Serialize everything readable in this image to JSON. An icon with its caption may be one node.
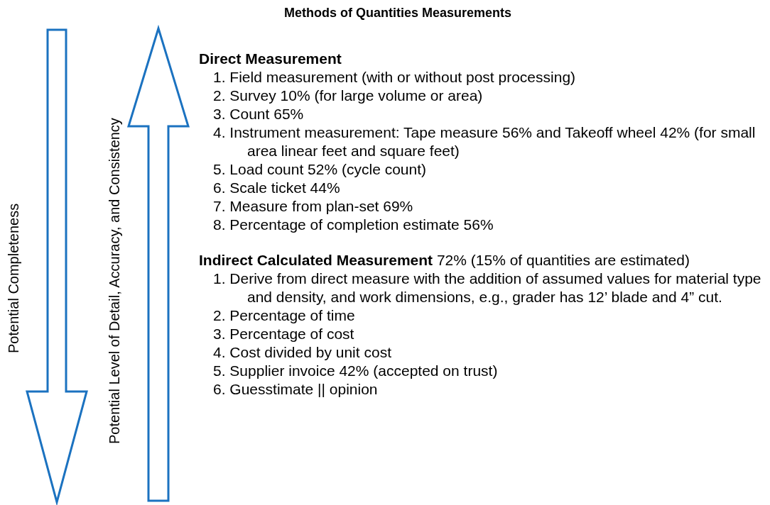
{
  "diagram": {
    "title": "Methods of Quantities Measurements",
    "labels": [
      "Potential Completeness",
      "Potential Level of Detail, Accuracy, and Consistency",
      "Direct Measurement",
      "1. Field measurement (with or without post processing)",
      "2. Survey 10% (for large volume or area)",
      "3. Count 65%",
      "4. Instrument measurement: Tape measure 56% and Takeoff wheel 42% (for small area linear feet and square feet)",
      "5. Load count 52% (cycle count)",
      "6. Scale ticket 44%",
      "7. Measure from plan-set 69%",
      "8. Percentage of completion estimate 56%",
      "**Indirect Calculated Measurement** 72% (15% of quantities are estimated)",
      "1. Derive from direct measure with the addition of assumed values for material type and density, and work dimensions, e.g., grader has 12’ blade and 4” cut.",
      "2. Percentage of time",
      "3. Percentage of cost",
      "4. Cost divided by unit cost",
      "5. Supplier invoice 42% (accepted on trust)",
      "6. Guesstimate || opinion"
    ]
  }
}
